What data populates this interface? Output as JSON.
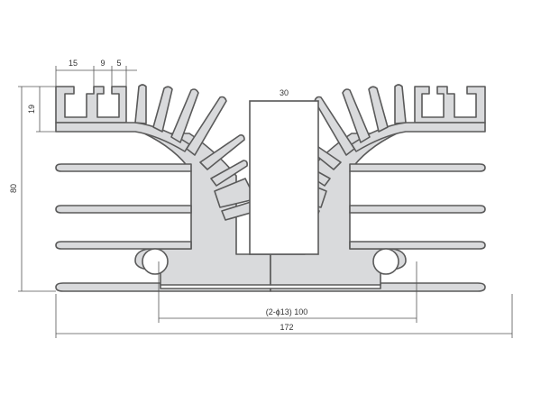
{
  "diagram": {
    "colors": {
      "profile_fill": "#d9dadc",
      "profile_stroke": "#5a5a5a",
      "dimension_line": "#555555",
      "text": "#333333",
      "background": "#ffffff"
    },
    "dimensions": {
      "top_segment_a": "15",
      "top_segment_b": "9",
      "top_segment_c": "5",
      "rail_height": "19",
      "total_height": "80",
      "slot_width": "30",
      "hole_spacing": "(2-ϕ13) 100",
      "total_width": "172"
    }
  }
}
